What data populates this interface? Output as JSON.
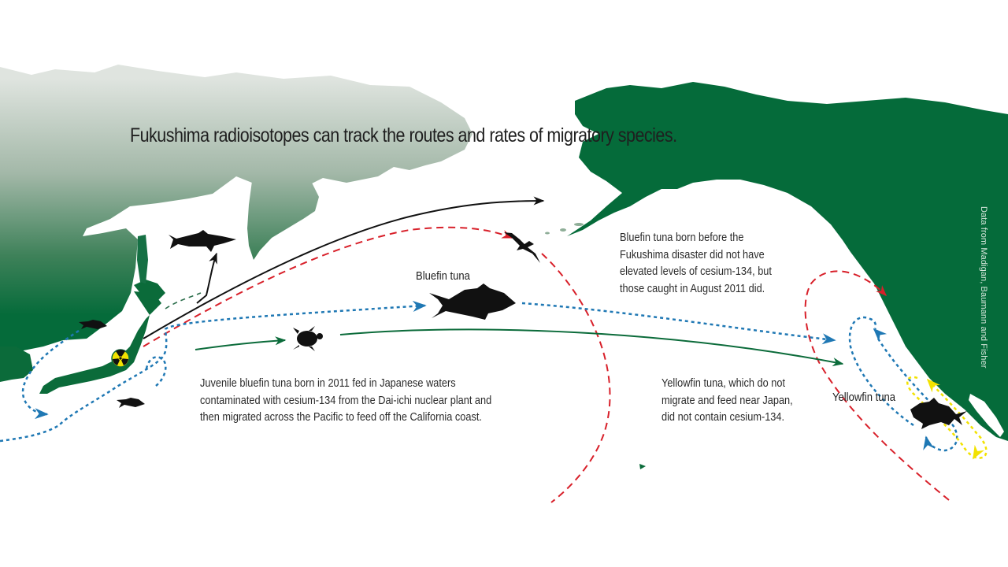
{
  "title": "Fukushima radioisotopes can track the routes and rates of migratory species.",
  "credit": "Data from Madigan, Baumann and Fisher",
  "annotations": {
    "juvenile_bluefin": [
      "Juvenile bluefin tuna born in 2011 fed in Japanese waters",
      "contaminated with cesium-134 from the Dai-ichi nuclear plant and",
      "then migrated across the Pacific to feed off the California coast."
    ],
    "bluefin_before": [
      "Bluefin tuna born before the",
      "Fukushima disaster did not have",
      "elevated levels of cesium-134, but",
      "those caught in August 2011 did."
    ],
    "yellowfin": [
      "Yellowfin tuna, which do not",
      "migrate and feed near Japan,",
      "did not contain cesium-134."
    ]
  },
  "labels": {
    "bluefin_tuna": "Bluefin tuna",
    "yellowfin_tuna": "Yellowfin tuna"
  },
  "markers": {
    "nuclear_plant": "radiation-hazard-icon",
    "animals": [
      "shark-icon",
      "albatross-icon",
      "bluefin-tuna-icon",
      "sea-turtle-icon",
      "small-tuna-icon",
      "yellowfin-tuna-icon"
    ]
  },
  "routes": [
    {
      "name": "shark-route",
      "style": "solid",
      "color": "#111111"
    },
    {
      "name": "seabird-route",
      "style": "dashed",
      "color": "#d8202a"
    },
    {
      "name": "bluefin-tuna-route",
      "style": "dotted",
      "color": "#1f78b4"
    },
    {
      "name": "sea-turtle-route",
      "style": "solid",
      "color": "#0b6b3a"
    },
    {
      "name": "yellowfin-tuna-route",
      "style": "dotted",
      "color": "#f2e200"
    }
  ],
  "colors": {
    "land_dark": "#056b3a",
    "land_light": "#cfd8d1",
    "ocean": "#ffffff",
    "text": "#222222"
  }
}
